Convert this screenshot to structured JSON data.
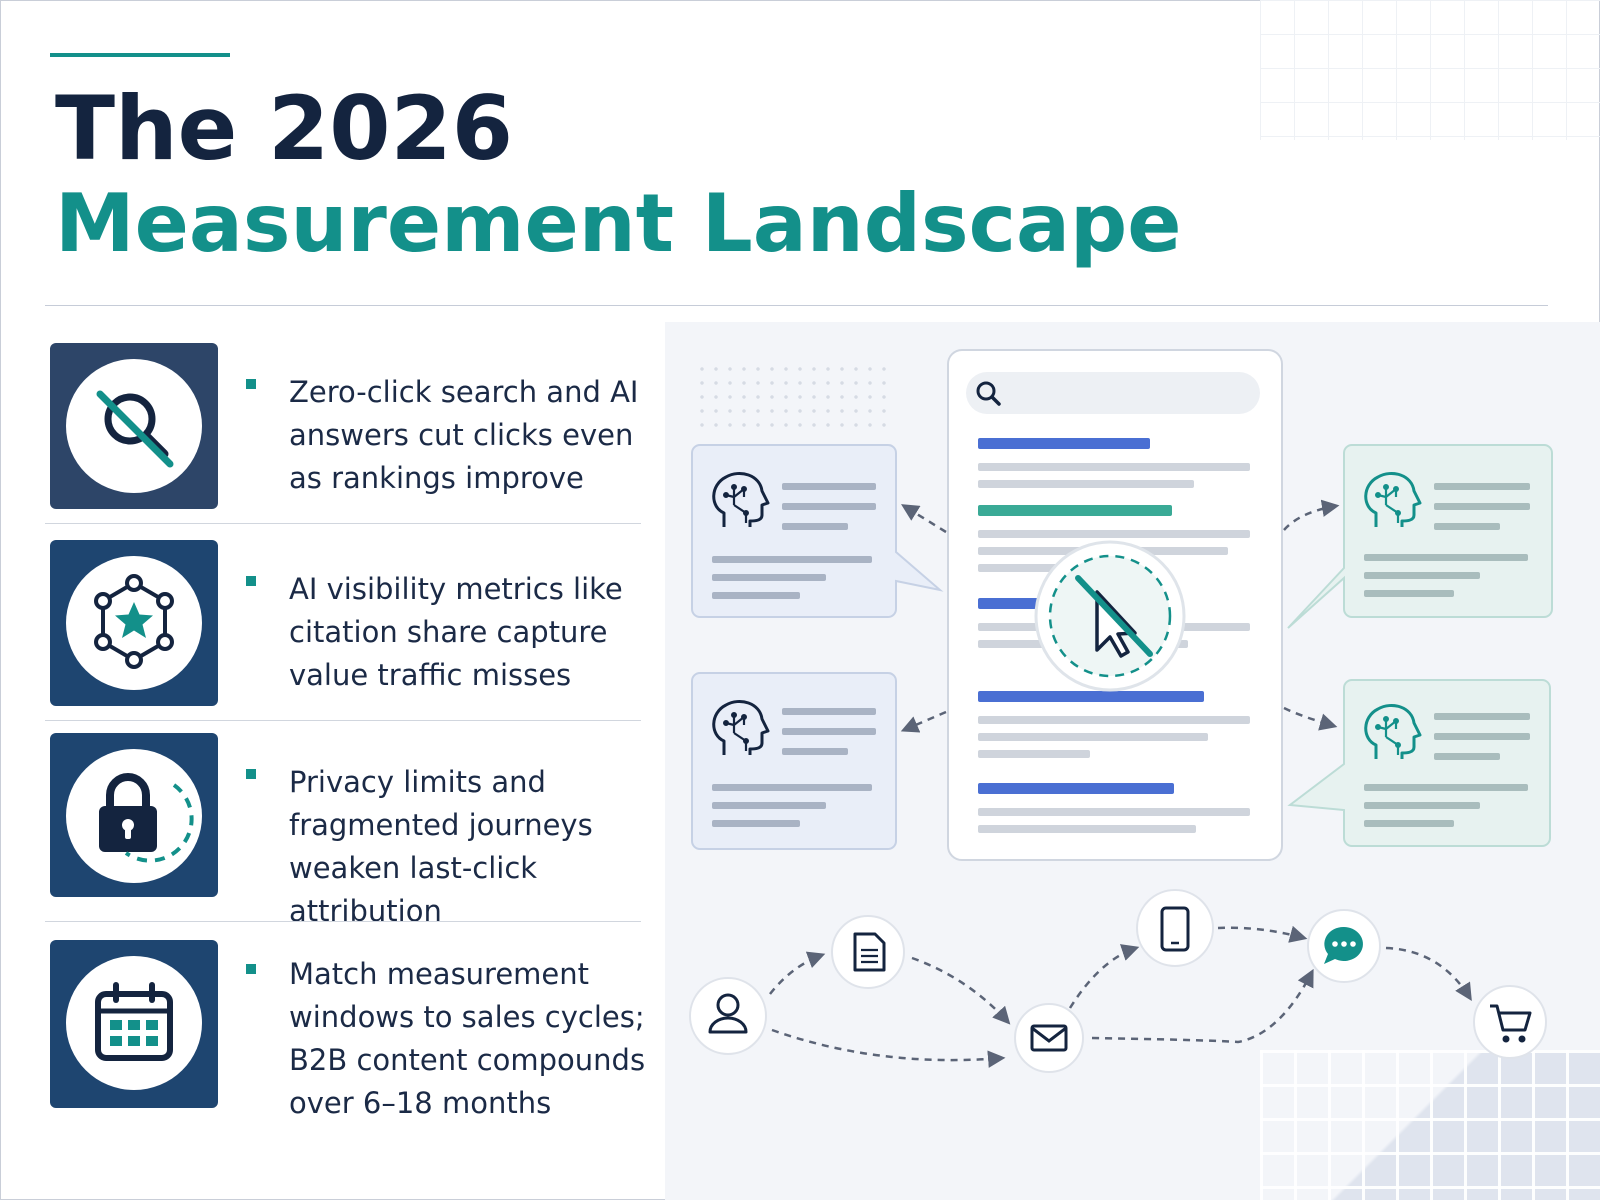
{
  "header": {
    "title_line1": "The 2026",
    "title_line2": "Measurement Landscape"
  },
  "items": [
    {
      "icon": "search-crossed-icon",
      "text": "Zero-click search and AI answers cut clicks even as rankings improve"
    },
    {
      "icon": "star-network-icon",
      "text": "AI visibility metrics like citation share capture value traffic misses"
    },
    {
      "icon": "padlock-icon",
      "text": "Privacy limits and fragmented journeys weaken last-click attribution"
    },
    {
      "icon": "calendar-icon",
      "text": "Match measurement windows to sales cycles; B2B content compounds over 6–18 months"
    }
  ],
  "diagram": {
    "center": "search-results-page",
    "overlay": "crossed-cursor-icon",
    "ai_cards": [
      "ai-brain-icon",
      "ai-brain-icon",
      "ai-brain-icon",
      "ai-brain-icon"
    ],
    "journey": [
      "user-icon",
      "document-icon",
      "email-icon",
      "mobile-icon",
      "chat-icon",
      "cart-icon"
    ]
  },
  "colors": {
    "navy": "#14243f",
    "teal": "#13908a",
    "tile": "#1e4570",
    "result_link": "#4a6fd3",
    "result_link_highlight": "#3aaa96"
  }
}
